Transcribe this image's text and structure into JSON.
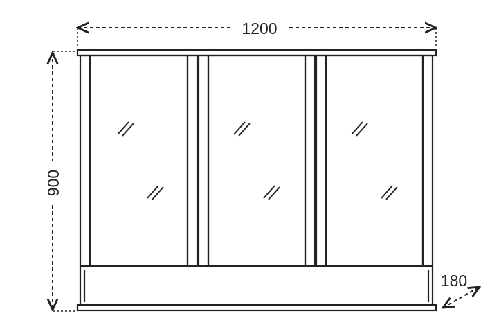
{
  "dimensions": {
    "width": "1200",
    "height": "900",
    "depth": "180"
  },
  "cabinet": {
    "door_count": 3,
    "door_labels": [
      "left-mirror-door",
      "center-mirror-door",
      "right-mirror-door"
    ]
  },
  "colors": {
    "line": "#222222",
    "background": "#ffffff"
  }
}
